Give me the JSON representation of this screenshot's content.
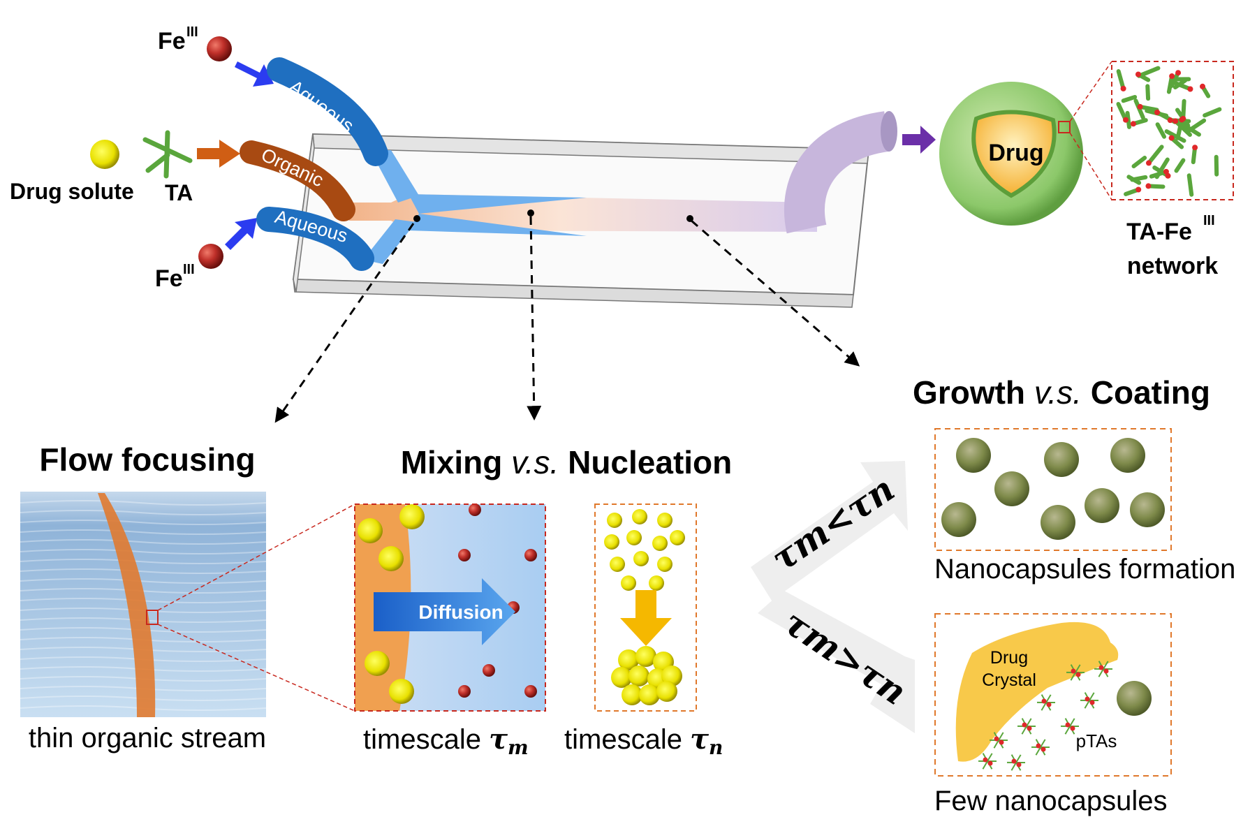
{
  "reagents": {
    "fe_top": "Fe",
    "fe_top_sup": "III",
    "fe_bottom": "Fe",
    "fe_bottom_sup": "III",
    "drug_solute": "Drug solute",
    "ta": "TA"
  },
  "chip": {
    "inlet_top": "Aqueous",
    "inlet_middle": "Organic",
    "inlet_bottom": "Aqueous"
  },
  "capsule": {
    "core_label": "Drug",
    "network_label_line1": "TA-Fe",
    "network_label_sup": "III",
    "network_label_line2": "network"
  },
  "panels": {
    "flow_focusing": {
      "title": "Flow focusing",
      "caption": "thin organic stream"
    },
    "mixing": {
      "title_a": "Mixing",
      "title_vs": "v.s.",
      "title_b": "Nucleation",
      "diffusion_label": "Diffusion",
      "caption_m": "timescale",
      "tau_m": "τ",
      "tau_m_sub": "m",
      "caption_n": "timescale",
      "tau_n": "τ",
      "tau_n_sub": "n"
    },
    "growth": {
      "title_a": "Growth",
      "title_vs": "v.s.",
      "title_b": "Coating",
      "condition_less": "τm<τn",
      "condition_greater": "τm>τn",
      "caption_top": "Nanocapsules formation",
      "caption_bottom": "Few nanocapsules",
      "crystal_line1": "Drug",
      "crystal_line2": "Crystal",
      "ptas": "pTAs"
    }
  },
  "colors": {
    "aqueous": "#1f6fc0",
    "organic": "#a84a12",
    "fe": "#b52a22",
    "ta": "#5aa63c",
    "drug": "#f0d400",
    "outlet": "#c7b6dc",
    "arrow_blue": "#2b3cf0",
    "arrow_orange": "#d05e14",
    "arrow_purple": "#6b2fa8",
    "dash_box": "#e0782b",
    "zoom_line": "#c8281e"
  }
}
